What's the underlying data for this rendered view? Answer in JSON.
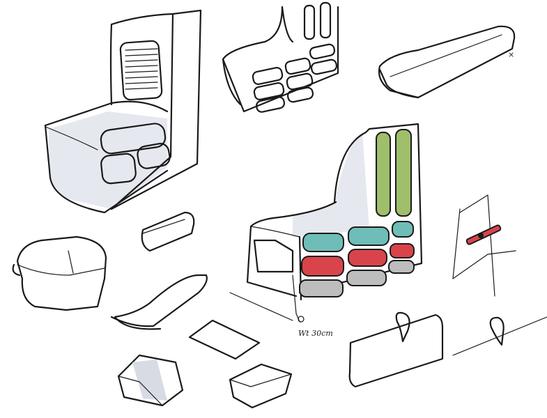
{
  "sketch": {
    "annotation": "Wt 30cm",
    "mark": "×"
  },
  "colors": {
    "green": "#9fbf6a",
    "teal": "#6fbdb8",
    "red": "#d9444b",
    "grey": "#bdbdbd",
    "ink": "#1a1a1a",
    "shade": "#e6e8ef"
  },
  "items": [
    "seat-unit-with-slatted-back-and-drawers",
    "wall-cabinet-corner-module",
    "long-tray",
    "colored-seat-unit",
    "small-tray",
    "storage-box",
    "curved-tray",
    "flat-mat",
    "wrapped-box",
    "shallow-bin",
    "framed-panel-with-handle",
    "hinge-detail",
    "pivot-bar-detail"
  ]
}
